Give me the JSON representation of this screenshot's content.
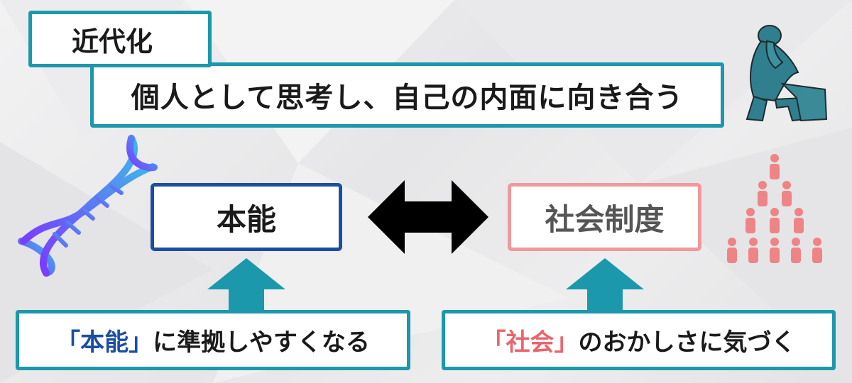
{
  "header": {
    "label": "近代化",
    "title": "個人として思考し、自己の内面に向き合う"
  },
  "nodes": {
    "instinct": "本能",
    "social_system": "社会制度"
  },
  "bottom_left": {
    "quote": "「本能」",
    "text": "に準拠しやすくなる"
  },
  "bottom_right": {
    "quote": "「社会」",
    "text": "のおかしさに気づく"
  },
  "colors": {
    "teal": "#1b98ac",
    "blue": "#1a4ea3",
    "pink": "#f0989b",
    "pink_text": "#e9656c",
    "statue": "#2f7f8e",
    "people": "#ee8486"
  },
  "icons": [
    "dna-icon",
    "thinker-statue-icon",
    "people-pyramid-icon",
    "double-arrow-icon",
    "up-arrow-icon"
  ]
}
